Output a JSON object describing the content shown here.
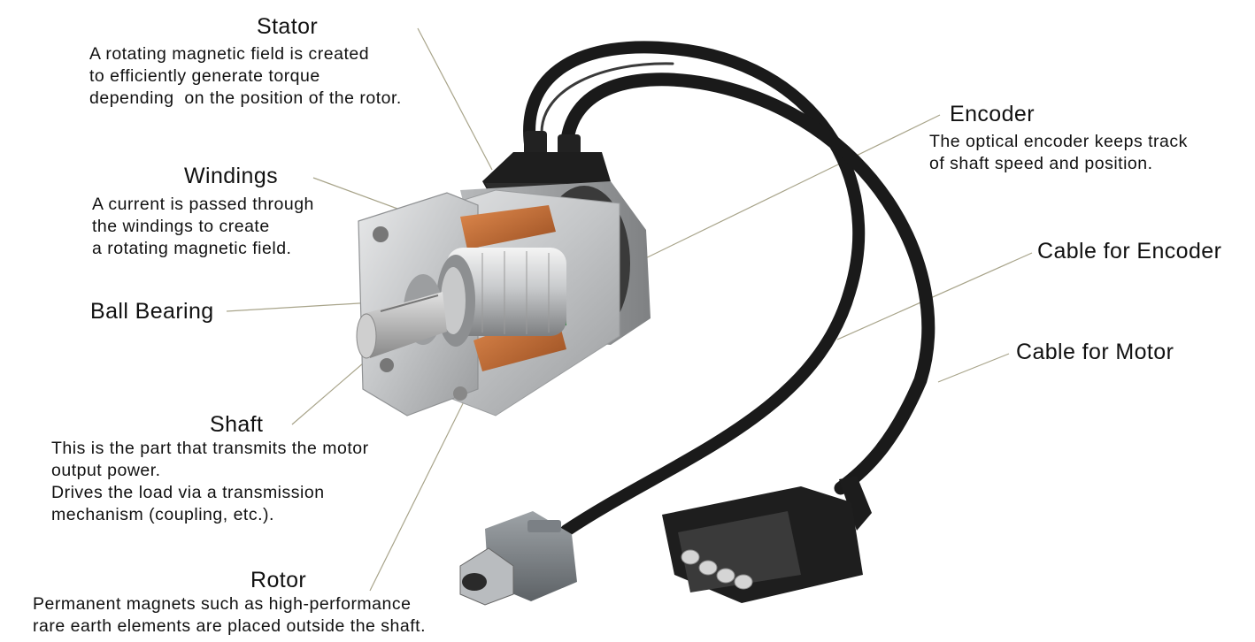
{
  "labels": {
    "stator": {
      "title": "Stator",
      "lines": [
        "A rotating magnetic field is created",
        "to efficiently generate torque",
        "depending  on the position of the rotor."
      ]
    },
    "windings": {
      "title": "Windings",
      "lines": [
        "A current is passed through",
        "the windings to create",
        "a rotating magnetic field."
      ]
    },
    "ball_bearing": {
      "title": "Ball Bearing"
    },
    "shaft": {
      "title": "Shaft",
      "lines": [
        "This is the part that transmits the motor",
        "output power.",
        "Drives the load via a transmission",
        "mechanism (coupling, etc.)."
      ]
    },
    "rotor": {
      "title": "Rotor",
      "lines": [
        "Permanent magnets such as high-performance",
        "rare earth elements are placed outside the shaft."
      ]
    },
    "encoder": {
      "title": "Encoder",
      "lines": [
        "The optical encoder keeps track",
        "of shaft speed and position."
      ]
    },
    "cable_encoder": {
      "title": "Cable for Encoder"
    },
    "cable_motor": {
      "title": "Cable for Motor"
    }
  },
  "colors": {
    "leader_line": "#a8a48a",
    "cable": "#1a1a1a",
    "copper": "#c8703a",
    "aluminum": "#c9cbcd"
  }
}
